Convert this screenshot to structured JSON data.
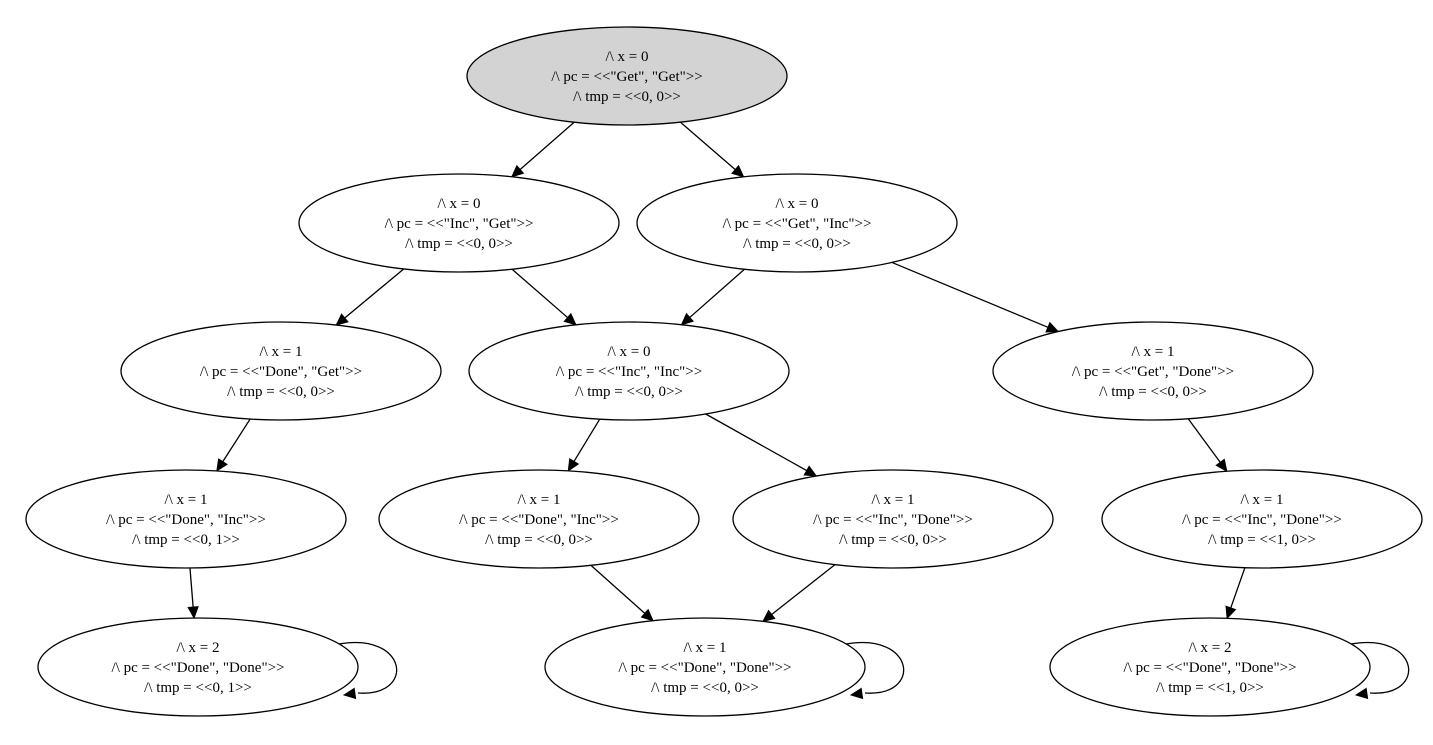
{
  "nodes": [
    {
      "id": "s0",
      "initial": true,
      "lines": [
        "/\\ x = 0",
        "/\\ pc = <<\"Get\", \"Get\">>",
        "/\\ tmp = <<0, 0>>"
      ]
    },
    {
      "id": "s1",
      "initial": false,
      "lines": [
        "/\\ x = 0",
        "/\\ pc = <<\"Inc\", \"Get\">>",
        "/\\ tmp = <<0, 0>>"
      ]
    },
    {
      "id": "s2",
      "initial": false,
      "lines": [
        "/\\ x = 0",
        "/\\ pc = <<\"Get\", \"Inc\">>",
        "/\\ tmp = <<0, 0>>"
      ]
    },
    {
      "id": "s3",
      "initial": false,
      "lines": [
        "/\\ x = 1",
        "/\\ pc = <<\"Done\", \"Get\">>",
        "/\\ tmp = <<0, 0>>"
      ]
    },
    {
      "id": "s4",
      "initial": false,
      "lines": [
        "/\\ x = 0",
        "/\\ pc = <<\"Inc\", \"Inc\">>",
        "/\\ tmp = <<0, 0>>"
      ]
    },
    {
      "id": "s5",
      "initial": false,
      "lines": [
        "/\\ x = 1",
        "/\\ pc = <<\"Get\", \"Done\">>",
        "/\\ tmp = <<0, 0>>"
      ]
    },
    {
      "id": "s6",
      "initial": false,
      "lines": [
        "/\\ x = 1",
        "/\\ pc = <<\"Done\", \"Inc\">>",
        "/\\ tmp = <<0, 1>>"
      ]
    },
    {
      "id": "s7",
      "initial": false,
      "lines": [
        "/\\ x = 1",
        "/\\ pc = <<\"Done\", \"Inc\">>",
        "/\\ tmp = <<0, 0>>"
      ]
    },
    {
      "id": "s8",
      "initial": false,
      "lines": [
        "/\\ x = 1",
        "/\\ pc = <<\"Inc\", \"Done\">>",
        "/\\ tmp = <<0, 0>>"
      ]
    },
    {
      "id": "s9",
      "initial": false,
      "lines": [
        "/\\ x = 1",
        "/\\ pc = <<\"Inc\", \"Done\">>",
        "/\\ tmp = <<1, 0>>"
      ]
    },
    {
      "id": "s10",
      "initial": false,
      "lines": [
        "/\\ x = 2",
        "/\\ pc = <<\"Done\", \"Done\">>",
        "/\\ tmp = <<0, 1>>"
      ]
    },
    {
      "id": "s11",
      "initial": false,
      "lines": [
        "/\\ x = 1",
        "/\\ pc = <<\"Done\", \"Done\">>",
        "/\\ tmp = <<0, 0>>"
      ]
    },
    {
      "id": "s12",
      "initial": false,
      "lines": [
        "/\\ x = 2",
        "/\\ pc = <<\"Done\", \"Done\">>",
        "/\\ tmp = <<1, 0>>"
      ]
    }
  ],
  "edges": [
    {
      "from": "s0",
      "to": "s1"
    },
    {
      "from": "s0",
      "to": "s2"
    },
    {
      "from": "s1",
      "to": "s3"
    },
    {
      "from": "s1",
      "to": "s4"
    },
    {
      "from": "s2",
      "to": "s4"
    },
    {
      "from": "s2",
      "to": "s5"
    },
    {
      "from": "s3",
      "to": "s6"
    },
    {
      "from": "s4",
      "to": "s7"
    },
    {
      "from": "s4",
      "to": "s8"
    },
    {
      "from": "s5",
      "to": "s9"
    },
    {
      "from": "s6",
      "to": "s10"
    },
    {
      "from": "s7",
      "to": "s11"
    },
    {
      "from": "s8",
      "to": "s11"
    },
    {
      "from": "s9",
      "to": "s12"
    },
    {
      "from": "s10",
      "to": "s10"
    },
    {
      "from": "s11",
      "to": "s11"
    },
    {
      "from": "s12",
      "to": "s12"
    }
  ],
  "colors": {
    "initial_fill": "#d3d3d3",
    "node_fill": "#ffffff",
    "stroke": "#000000"
  }
}
